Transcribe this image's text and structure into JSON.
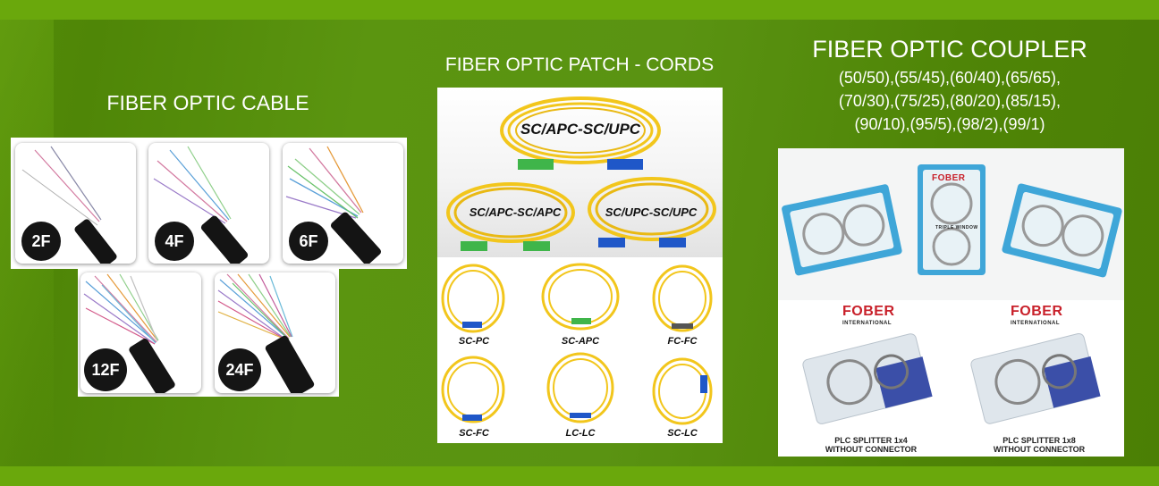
{
  "sections": {
    "cable": {
      "title": "FIBER OPTIC CABLE",
      "variants": [
        "2F",
        "4F",
        "6F",
        "12F",
        "24F"
      ]
    },
    "patch_cords": {
      "title": "FIBER OPTIC PATCH - CORDS",
      "top_labels": [
        "SC/APC-SC/UPC",
        "SC/APC-SC/APC",
        "SC/UPC-SC/UPC"
      ],
      "coils": [
        "SC-PC",
        "SC-APC",
        "FC-FC",
        "SC-FC",
        "LC-LC",
        "SC-LC"
      ]
    },
    "coupler": {
      "title": "FIBER OPTIC COUPLER",
      "ratios": [
        "(50/50),(55/45),(60/40),(65/65),",
        "(70/30),(75/25),(80/20),(85/15),",
        "(90/10),(95/5),(98/2),(99/1)"
      ],
      "box_texts": [
        "FOBER",
        "TRIPLE WINDOW"
      ],
      "brand": "FOBER",
      "brand_sub": "INTERNATIONAL",
      "products": [
        {
          "line1": "PLC SPLITTER 1x4",
          "line2": "WITHOUT CONNECTOR"
        },
        {
          "line1": "PLC SPLITTER 1x8",
          "line2": "WITHOUT CONNECTOR"
        }
      ]
    }
  },
  "colors": {
    "background": "#5f9a0a",
    "band": "#6aa80c",
    "cord_yellow": "#f2c61c",
    "connector_green": "#3fb54a",
    "connector_blue": "#1f57c8",
    "brand_red": "#c8202a"
  }
}
